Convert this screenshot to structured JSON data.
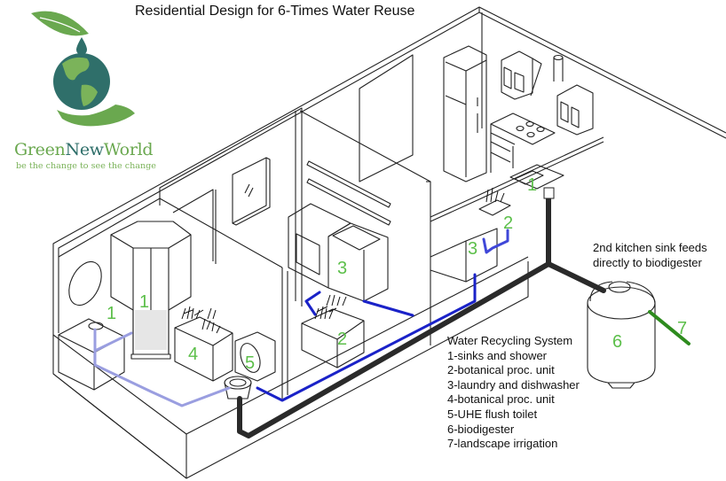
{
  "title": "Residential Design for 6-Times Water Reuse",
  "brand": {
    "name_part1": "Green",
    "name_part2": "New",
    "name_part3": "World",
    "tagline": "be the change to see the change",
    "colors": {
      "leaf": "#6aa84f",
      "globe_ocean": "#2f6f6a",
      "globe_land": "#7bb35a",
      "hand": "#6aa84f",
      "drop": "#2f6f6a"
    },
    "icons": [
      "leaf-icon",
      "water-drop-icon",
      "globe-icon",
      "hand-icon"
    ]
  },
  "legend": {
    "heading": "Water Recycling System",
    "items": [
      "1-sinks and shower",
      "2-botanical proc. unit",
      "3-laundry and dishwasher",
      "4-botanical proc. unit",
      "5-UHE flush toilet",
      "6-biodigester",
      "7-landscape irrigation"
    ]
  },
  "note": {
    "line1": "2nd kitchen sink feeds",
    "line2": "directly to biodigester"
  },
  "markers": {
    "bath_sink": "1",
    "shower": "1",
    "bath_planter": "4",
    "toilet": "5",
    "laundry_machine": "3",
    "laundry_planter": "2",
    "kitchen_sink": "1",
    "kitchen_planter": "2",
    "dishwasher": "3",
    "biodigester": "6",
    "irrigation": "7"
  },
  "colors": {
    "marker_green": "#5cbf4a",
    "greywater_pipe": "#1a22c8",
    "light_pipe": "#9a9ee0",
    "waste_pipe": "#2a2a2a",
    "irrigation_pipe": "#2e8b1e",
    "line": "#222222"
  }
}
